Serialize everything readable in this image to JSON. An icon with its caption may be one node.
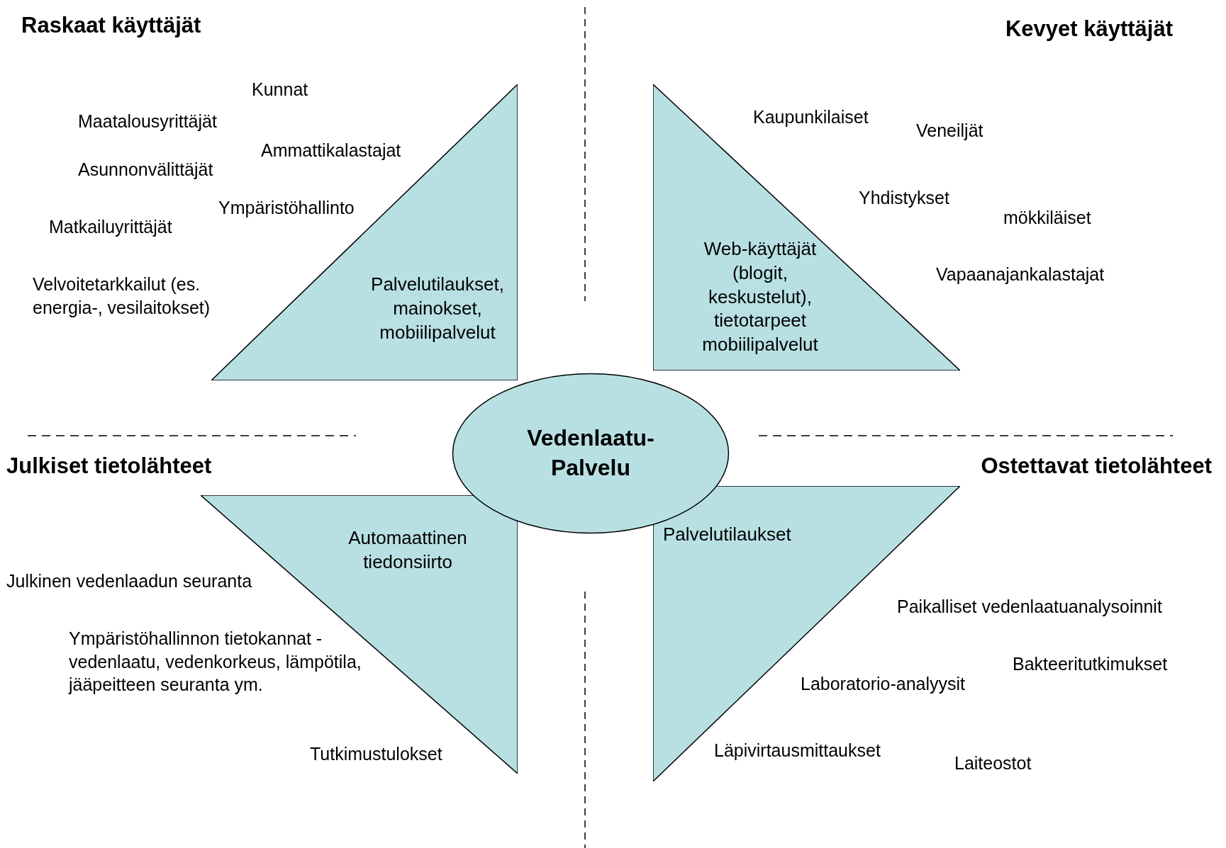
{
  "diagram": {
    "nodes": [
      {
        "text": [
          "Palvelutilaukset, mainokset, mobiilipalvelut"
        ]
      },
      {
        "text": [
          "Web-käyttäjät (blogit, keskustelut), tietotarpeet mobiilipalvelut"
        ]
      },
      {
        "text": [
          "Automaattinen tiedonsiirto"
        ]
      },
      {
        "text": [
          "Palvelutilaukset"
        ]
      },
      {
        "text": [
          "Vedenlaatu- Palvelu"
        ]
      }
    ],
    "labels": [
      "Raskaat käyttäjät",
      "Kevyet käyttäjät",
      "Kunnat",
      "Maatalousyrittäjät",
      "Kaupunkilaiset",
      "Veneiljät",
      "Ammattikalastajat",
      "Asunnonvälittäjät",
      "Yhdistykset",
      "Ympäristöhallinto",
      "mökkiläiset",
      "Matkailuyrittäjät",
      "Vapaanajankalastajat",
      "Velvoitetarkkailut (es. energia-, vesilaitokset)",
      "Julkiset tietolähteet",
      "Ostettavat tietolähteet",
      "Julkinen vedenlaadun seuranta",
      "Paikalliset vedenlaatuanalysoinnit",
      "Ympäristöhallinnon tietokannat -vedenlaatu, vedenkorkeus, lämpötila, jääpeitteen seuranta ym.",
      "Bakteeritutkimukset",
      "Laboratorio-analyysit",
      "Tutkimustulokset",
      "Läpivirtausmittaukset",
      "Laiteostot"
    ]
  }
}
